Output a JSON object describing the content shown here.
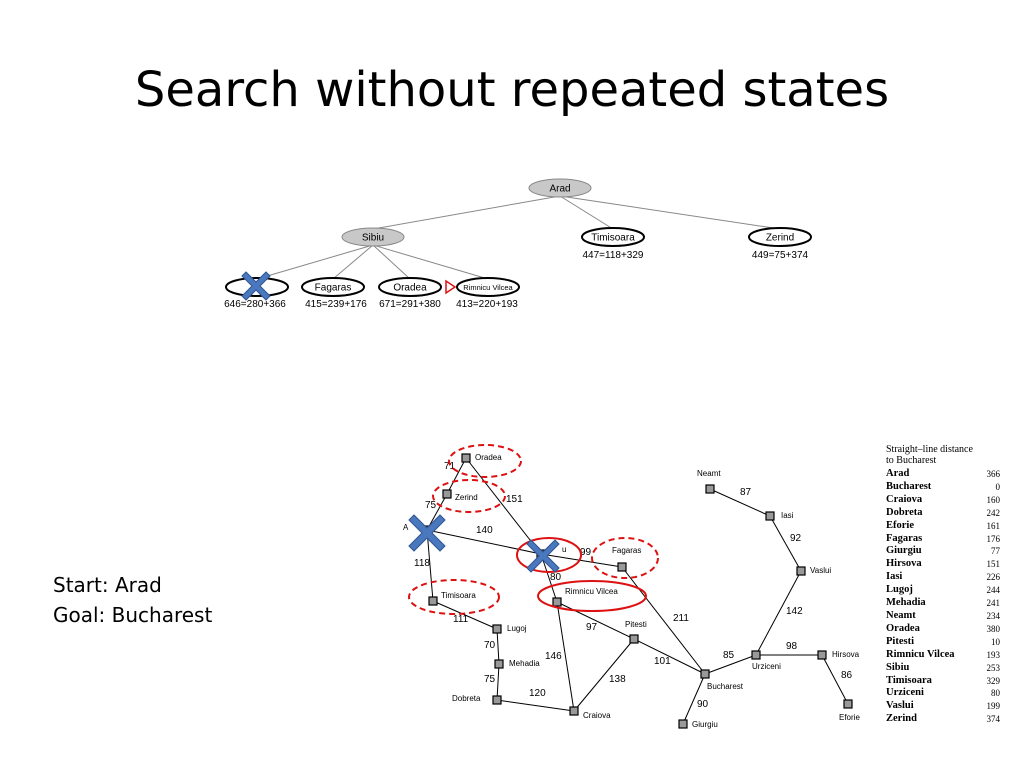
{
  "slide": {
    "title": "Search without repeated states",
    "start": "Start: Arad",
    "goal": "Goal: Bucharest"
  },
  "tree": {
    "root": "Arad",
    "level1": [
      {
        "name": "Sibiu",
        "expanded": true,
        "f": ""
      },
      {
        "name": "Timisoara",
        "expanded": false,
        "f": "447=118+329"
      },
      {
        "name": "Zerind",
        "expanded": false,
        "f": "449=75+374"
      }
    ],
    "level2": [
      {
        "name": "",
        "f": "646=280+366",
        "pruned": true
      },
      {
        "name": "Fagaras",
        "f": "415=239+176"
      },
      {
        "name": "Oradea",
        "f": "671=291+380"
      },
      {
        "name": "Rimnicu Vilcea",
        "f": "413=220+193",
        "next": true
      }
    ]
  },
  "map": {
    "cities": [
      "Oradea",
      "Zerind",
      "A",
      "Timisoara",
      "Lugoj",
      "Mehadia",
      "Dobreta",
      "Craiova",
      "u",
      "Fagaras",
      "Rimnicu Vilcea",
      "Pitesti",
      "Bucharest",
      "Giurgiu",
      "Urziceni",
      "Hirsova",
      "Eforie",
      "Vaslui",
      "Iasi",
      "Neamt"
    ],
    "distances": [
      "71",
      "75",
      "151",
      "140",
      "118",
      "111",
      "70",
      "75",
      "120",
      "99",
      "80",
      "97",
      "146",
      "138",
      "211",
      "101",
      "90",
      "85",
      "98",
      "86",
      "142",
      "92",
      "87"
    ]
  },
  "heuristic": {
    "heading_line1": "Straight–line distance",
    "heading_line2": "to Bucharest",
    "rows": [
      {
        "city": "Arad",
        "h": "366"
      },
      {
        "city": "Bucharest",
        "h": "0"
      },
      {
        "city": "Craiova",
        "h": "160"
      },
      {
        "city": "Dobreta",
        "h": "242"
      },
      {
        "city": "Eforie",
        "h": "161"
      },
      {
        "city": "Fagaras",
        "h": "176"
      },
      {
        "city": "Giurgiu",
        "h": "77"
      },
      {
        "city": "Hirsova",
        "h": "151"
      },
      {
        "city": "Iasi",
        "h": "226"
      },
      {
        "city": "Lugoj",
        "h": "244"
      },
      {
        "city": "Mehadia",
        "h": "241"
      },
      {
        "city": "Neamt",
        "h": "234"
      },
      {
        "city": "Oradea",
        "h": "380"
      },
      {
        "city": "Pitesti",
        "h": "10"
      },
      {
        "city": "Rimnicu Vilcea",
        "h": "193"
      },
      {
        "city": "Sibiu",
        "h": "253"
      },
      {
        "city": "Timisoara",
        "h": "329"
      },
      {
        "city": "Urziceni",
        "h": "80"
      },
      {
        "city": "Vaslui",
        "h": "199"
      },
      {
        "city": "Zerind",
        "h": "374"
      }
    ]
  },
  "colors": {
    "expanded_fill": "#c8c8c8",
    "highlight_red": "#dd1111",
    "cross_blue": "#4a78be"
  }
}
